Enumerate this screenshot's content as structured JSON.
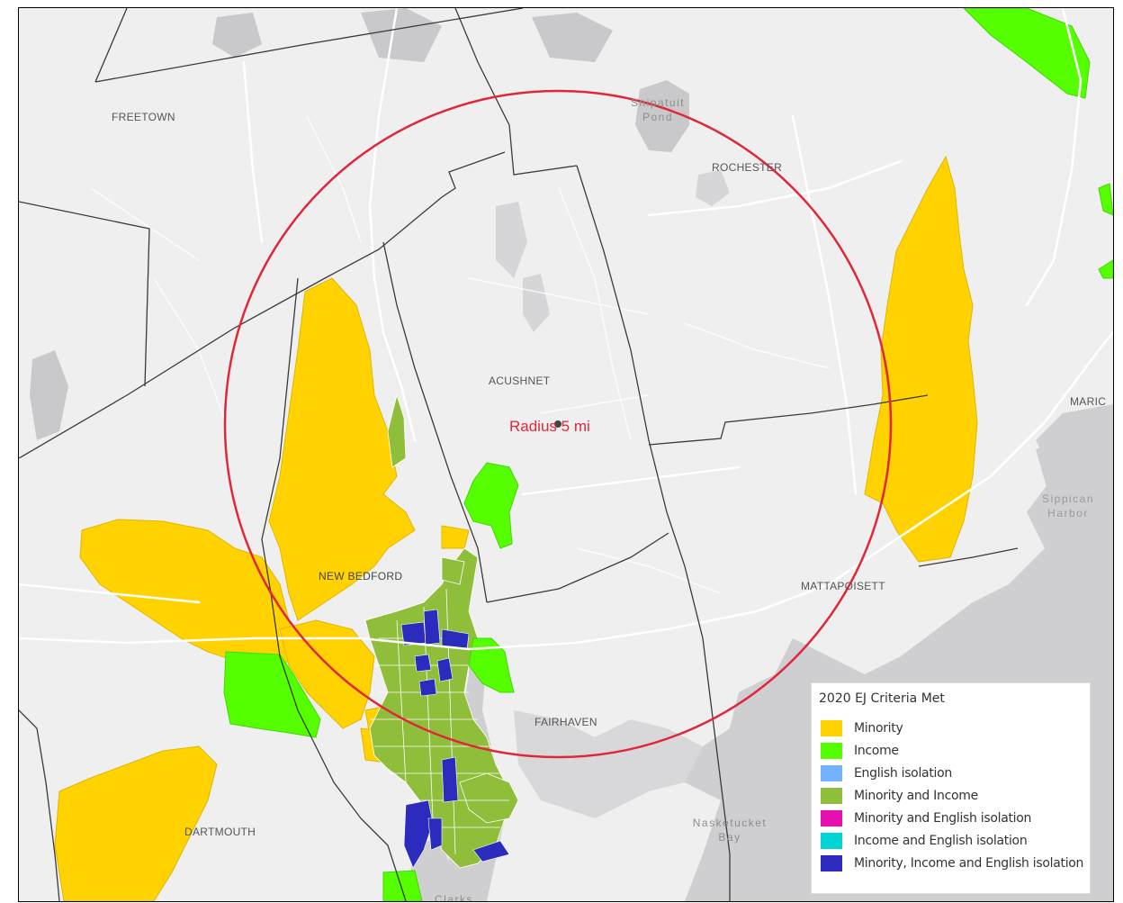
{
  "map": {
    "town_labels": {
      "freetown": "FREETOWN",
      "rochester": "ROCHESTER",
      "acushnet": "ACUSHNET",
      "new_bedford": "NEW BEDFORD",
      "mattapoisett": "MATTAPOISETT",
      "fairhaven": "FAIRHAVEN",
      "dartmouth": "DARTMOUTH",
      "marion_partial": "MARIC"
    },
    "water_labels": {
      "snipatuit_pond_line1": "Snipatuit",
      "snipatuit_pond_line2": "Pond",
      "sippican_harbor_line1": "Sippican",
      "sippican_harbor_line2": "Harbor",
      "nasketucket_bay_line1": "Nasketucket",
      "nasketucket_bay_line2": "Bay",
      "clarks_cove_partial": "Clarks"
    },
    "radius_label": "Radius 5 mi",
    "radius_color": "#e0273a"
  },
  "legend": {
    "title": "2020 EJ Criteria Met",
    "items": [
      {
        "label": "Minority",
        "color": "#ffd200"
      },
      {
        "label": "Income",
        "color": "#55ff00"
      },
      {
        "label": "English isolation",
        "color": "#73b2ff"
      },
      {
        "label": "Minority and Income",
        "color": "#8fbe3a"
      },
      {
        "label": "Minority and English isolation",
        "color": "#e60fb0"
      },
      {
        "label": "Income and English isolation",
        "color": "#00d4d4"
      },
      {
        "label": "Minority, Income and English isolation",
        "color": "#2b2bbd"
      }
    ]
  }
}
